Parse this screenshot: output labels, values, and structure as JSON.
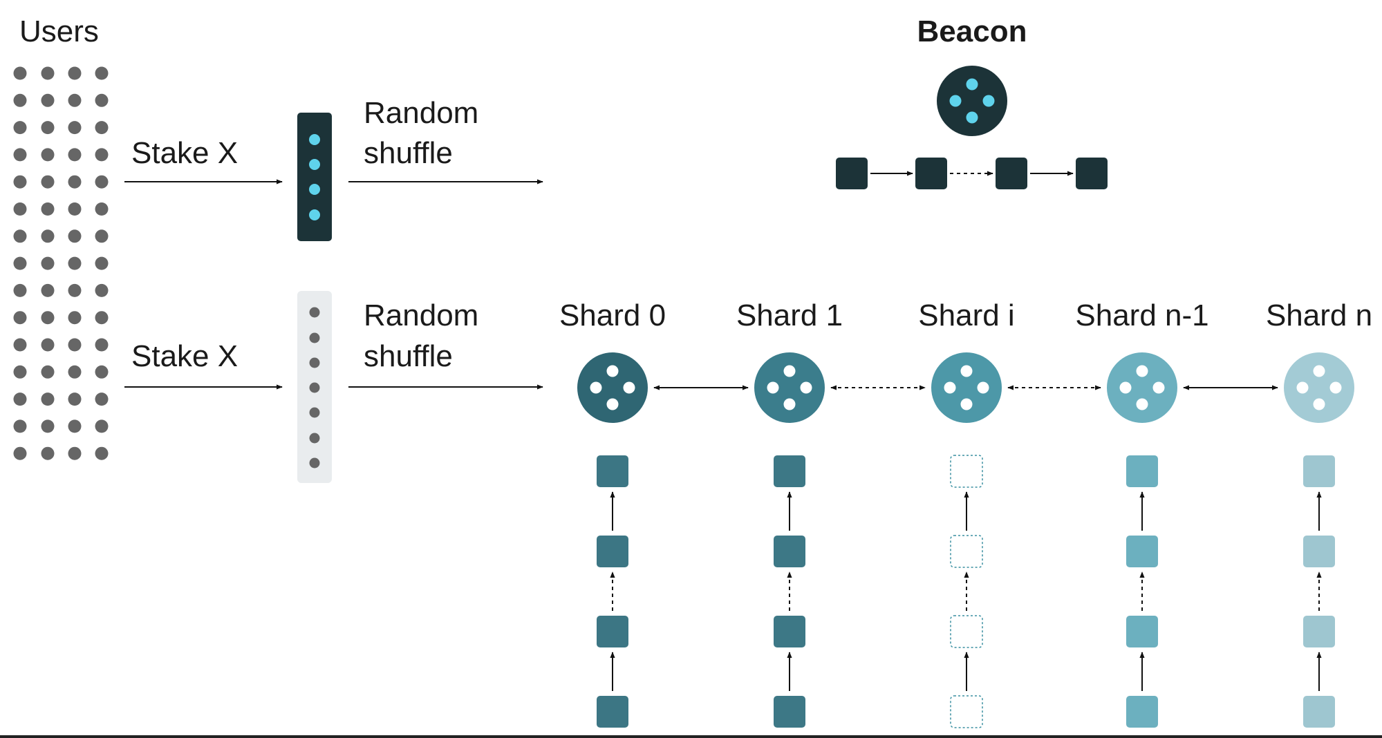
{
  "labels": {
    "users": "Users",
    "stake_top": "Stake X",
    "stake_bottom": "Stake X",
    "shuffle_top_line1": "Random",
    "shuffle_top_line2": "shuffle",
    "shuffle_bottom_line1": "Random",
    "shuffle_bottom_line2": "shuffle",
    "beacon": "Beacon"
  },
  "shards": [
    {
      "label": "Shard 0",
      "color": "#2f6673",
      "block_color": "#3c7684",
      "placeholder": false,
      "link_to_next": "solid"
    },
    {
      "label": "Shard 1",
      "color": "#3b7d8c",
      "block_color": "#3d7886",
      "placeholder": false,
      "link_to_next": "dashed"
    },
    {
      "label": "Shard i",
      "color": "#4d98a8",
      "block_color": "#ffffff",
      "placeholder": true,
      "link_to_next": "dashed"
    },
    {
      "label": "Shard n-1",
      "color": "#6cb0bf",
      "block_color": "#6cb0bf",
      "placeholder": false,
      "link_to_next": "solid"
    },
    {
      "label": "Shard n",
      "color": "#a3cbd5",
      "block_color": "#9ec6d0",
      "placeholder": false,
      "link_to_next": null
    }
  ],
  "colors": {
    "user_dot": "#666666",
    "beacon_dark": "#1c3338",
    "beacon_node_dot": "#5fd3ec",
    "validator_dot_active": "#5fd3ec",
    "validator_panel_light": "#e9ecee",
    "validator_dot_inactive": "#666666",
    "placeholder_border": "#3a8fa0"
  },
  "beacon_chain_links": [
    "solid",
    "dashed",
    "solid"
  ],
  "shard_chain_links": [
    "solid",
    "dashed",
    "solid"
  ]
}
